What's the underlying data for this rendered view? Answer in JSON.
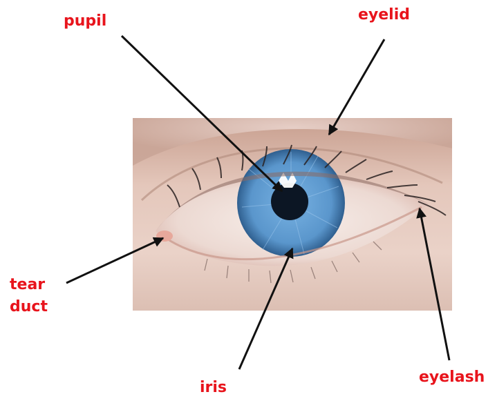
{
  "labels": {
    "pupil": "pupil",
    "eyelid": "eyelid",
    "tear_duct_line1": "tear",
    "tear_duct_line2": "duct",
    "iris": "iris",
    "eyelash": "eyelash"
  },
  "colors": {
    "label": "#e8141c",
    "arrow": "#111111",
    "iris": "#5b9bd5",
    "skin": "#d9b6a6"
  }
}
